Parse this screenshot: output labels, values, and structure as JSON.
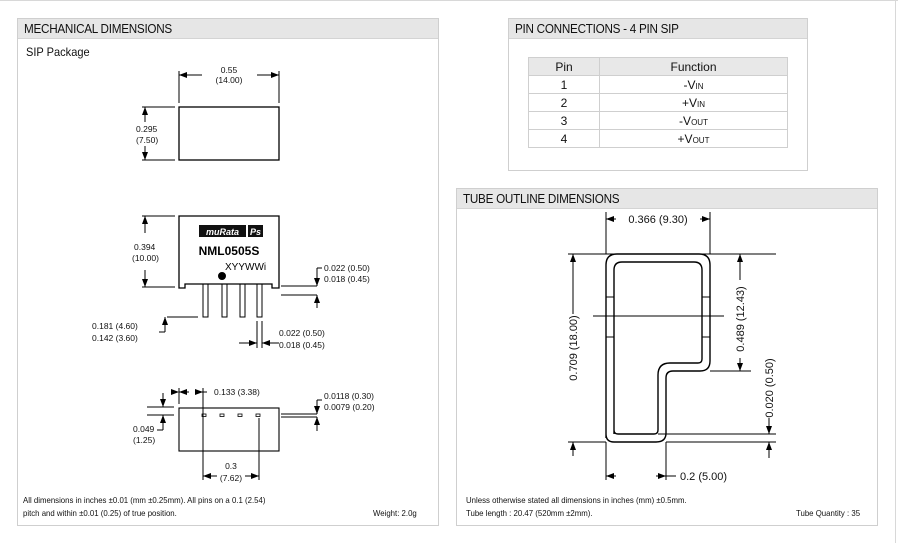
{
  "mechanical": {
    "title": "MECHANICAL DIMENSIONS",
    "subtitle": "SIP Package",
    "top_view": {
      "width_in": "0.55",
      "width_mm": "(14.00)",
      "height_in": "0.295",
      "height_mm": "(7.50)"
    },
    "front_view": {
      "brand": "muRata",
      "brand_suffix": "Ps",
      "part_number": "NML0505S",
      "date_code": "XYYWWi",
      "height_in": "0.394",
      "height_mm": "(10.00)",
      "standoff_max": "0.022 (0.50)",
      "standoff_min": "0.018 (0.45)",
      "pin_length_max": "0.181 (4.60)",
      "pin_length_min": "0.142 (3.60)",
      "pin_width_max": "0.022 (0.50)",
      "pin_width_min": "0.018 (0.45)"
    },
    "bottom_view": {
      "first_pin_offset": "0.133 (3.38)",
      "pin_thickness_max": "0.0118 (0.30)",
      "pin_thickness_min": "0.0079 (0.20)",
      "pin_row_offset_in": "0.049",
      "pin_row_offset_mm": "(1.25)",
      "pin_span_in": "0.3",
      "pin_span_mm": "(7.62)"
    },
    "note_line1": "All dimensions in inches ±0.01 (mm ±0.25mm). All pins on a 0.1 (2.54)",
    "note_line2": "pitch and within ±0.01 (0.25) of true position.",
    "weight": "Weight: 2.0g"
  },
  "pins": {
    "title": "PIN CONNECTIONS - 4 PIN SIP",
    "headers": [
      "Pin",
      "Function"
    ],
    "rows": [
      {
        "pin": "1",
        "sign": "-",
        "v": "V",
        "sub": "IN"
      },
      {
        "pin": "2",
        "sign": "+",
        "v": "V",
        "sub": "IN"
      },
      {
        "pin": "3",
        "sign": "-",
        "v": "V",
        "sub": "OUT"
      },
      {
        "pin": "4",
        "sign": "+",
        "v": "V",
        "sub": "OUT"
      }
    ]
  },
  "tube": {
    "title": "TUBE OUTLINE DIMENSIONS",
    "width": "0.366 (9.30)",
    "total_height": "0.709 (18.00)",
    "upper_height": "0.489 (12.43)",
    "wall": "0.020 (0.50)",
    "lower_width": "0.2 (5.00)",
    "note_line1": "Unless otherwise stated all dimensions in inches (mm) ±0.5mm.",
    "note_line2": "Tube length : 20.47 (520mm ±2mm).",
    "quantity": "Tube Quantity : 35"
  }
}
